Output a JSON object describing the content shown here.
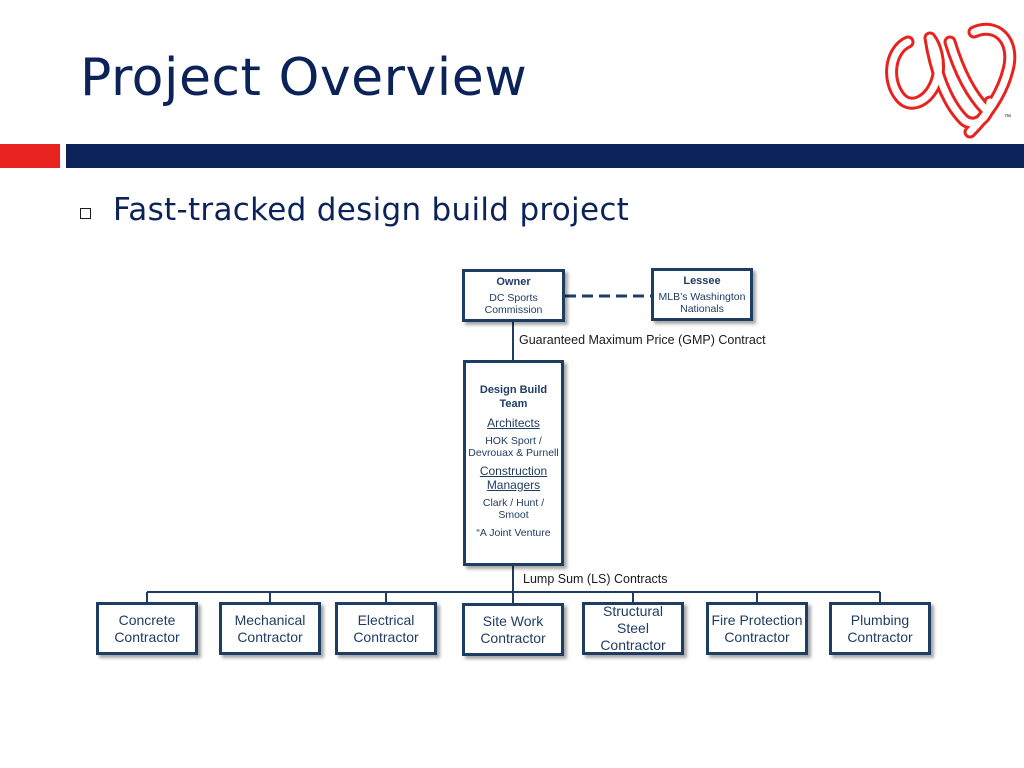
{
  "slide": {
    "title": "Project Overview",
    "bullet": "Fast-tracked design build project"
  },
  "colors": {
    "navy": "#0c2359",
    "red": "#e8231f",
    "box_border": "#1f3d63"
  },
  "logo": {
    "name": "washington-nationals-w-logo",
    "tm": "™"
  },
  "org_chart": {
    "owner": {
      "title": "Owner",
      "lines": [
        "DC Sports",
        "Commission"
      ]
    },
    "lessee": {
      "title": "Lessee",
      "lines": [
        "MLB’s Washington",
        "Nationals"
      ]
    },
    "gmp_label": "Guaranteed Maximum Price (GMP) Contract",
    "design_build": {
      "title_lines": [
        "Design Build",
        "Team"
      ],
      "architects_heading": "Architects",
      "architects": [
        "HOK Sport /",
        "Devrouax & Purnell"
      ],
      "cm_heading": [
        "Construction",
        "Managers"
      ],
      "cm": [
        "Clark / Hunt /",
        "Smoot"
      ],
      "jv": "“A Joint Venture"
    },
    "ls_label": "Lump Sum (LS) Contracts",
    "contractors": [
      [
        "Concrete",
        "Contractor"
      ],
      [
        "Mechanical",
        "Contractor"
      ],
      [
        "Electrical",
        "Contractor"
      ],
      [
        "Site Work",
        "Contractor"
      ],
      [
        "Structural Steel",
        "Contractor"
      ],
      [
        "Fire Protection",
        "Contractor"
      ],
      [
        "Plumbing",
        "Contractor"
      ]
    ]
  }
}
